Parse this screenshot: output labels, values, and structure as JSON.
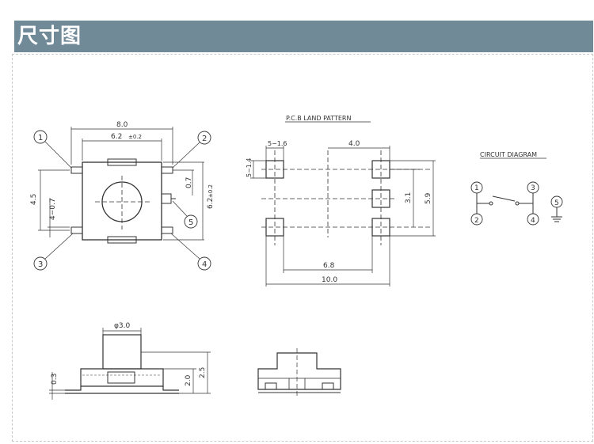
{
  "header": {
    "title": "尺寸图",
    "bar_color": "#708a98"
  },
  "top_view": {
    "dim_width": "8.0",
    "dim_body": "6.2",
    "dim_body_tol": "±0.2",
    "dim_height_body": "6.2",
    "dim_height_body_tol": "±0.2",
    "dim_pitch": "4.5",
    "dim_pin_width": "4−0.7",
    "dim_small": "0.7",
    "pin_labels": [
      "1",
      "2",
      "3",
      "4",
      "5"
    ]
  },
  "pcb": {
    "title": "P.C.B LAND PATTERN",
    "dim_pad_size": "5−1.6",
    "dim_pad_height": "5−1.4",
    "dim_top_spacing": "4.0",
    "dim_mid_height": "3.1",
    "dim_total_height": "5.9",
    "dim_inner": "6.8",
    "dim_total": "10.0"
  },
  "circuit": {
    "title": "CIRCUIT DIAGRAM",
    "pin_labels": [
      "1",
      "2",
      "3",
      "4",
      "5"
    ]
  },
  "side_view": {
    "dim_actuator": "φ3.0",
    "dim_base": "0.3",
    "dim_body_h": "2.0",
    "dim_total_h": "2.5"
  }
}
